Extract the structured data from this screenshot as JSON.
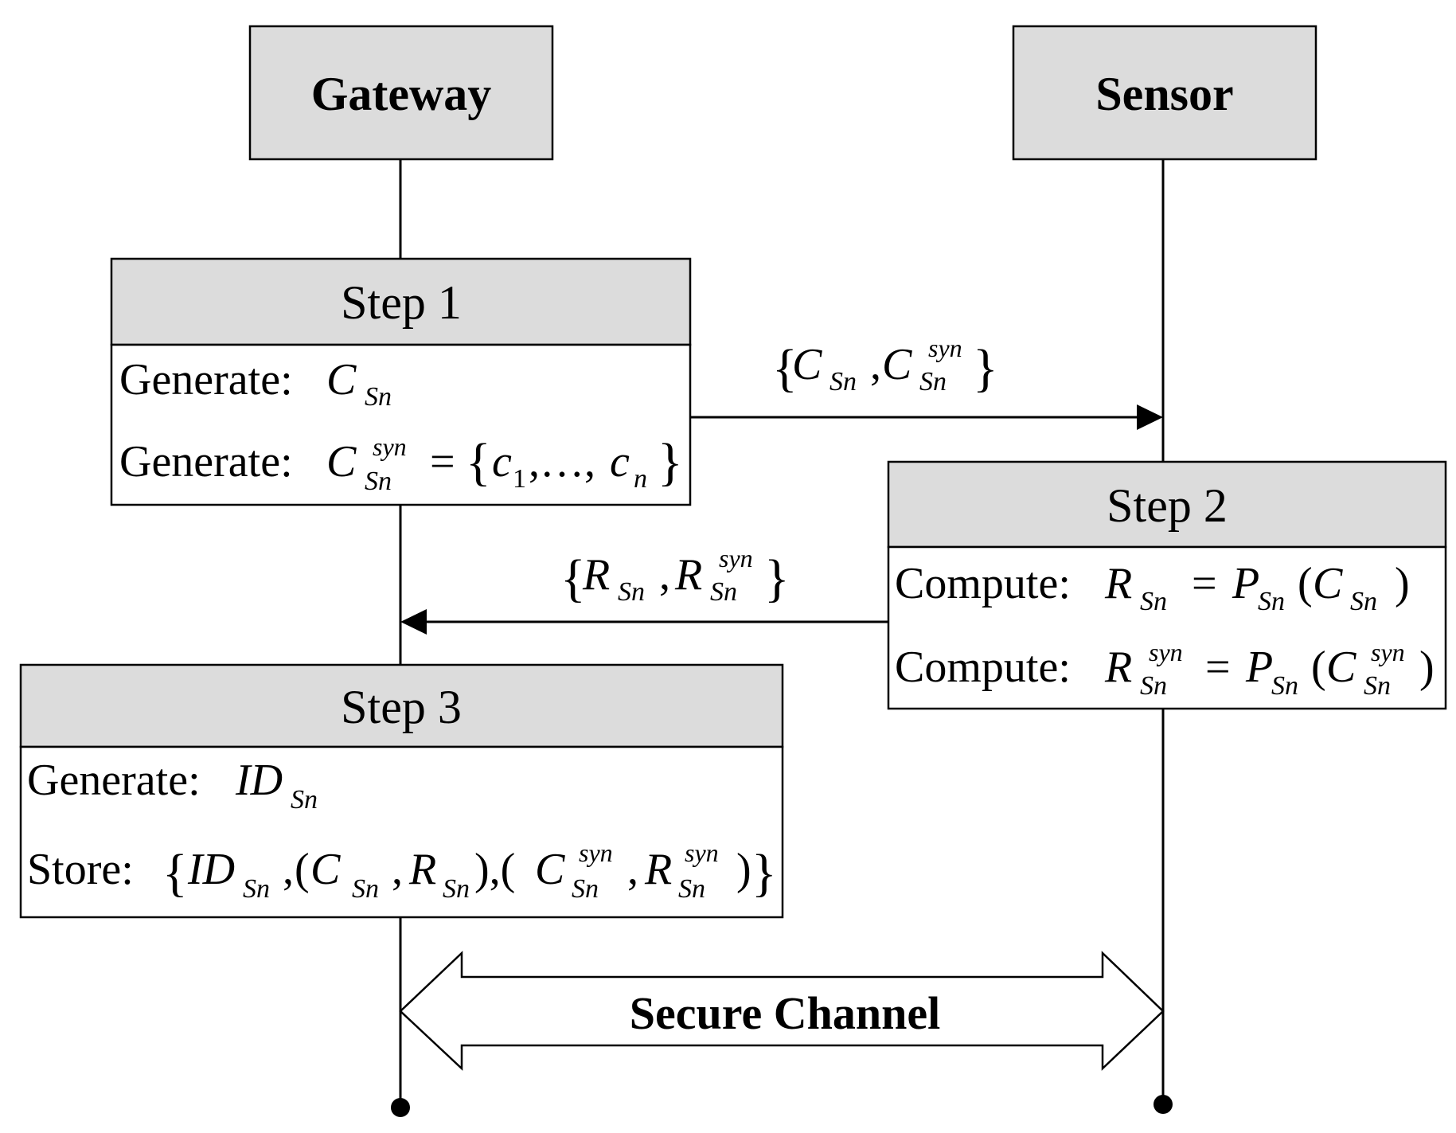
{
  "participants": {
    "gateway": "Gateway",
    "sensor": "Sensor"
  },
  "step1": {
    "title": "Step 1",
    "line1_label": "Generate:",
    "line2_label": "Generate:",
    "C": "C",
    "Sn": "Sn",
    "syn": "syn",
    "eq": "=",
    "c": "c",
    "one": "1",
    "dots": ",…,",
    "n": "n",
    "lbrace": "{",
    "rbrace": "}"
  },
  "message1": {
    "lbrace": "{",
    "C": "C",
    "Sn": "Sn",
    "comma": ",",
    "syn": "syn",
    "rbrace": "}"
  },
  "step2": {
    "title": "Step 2",
    "line1_label": "Compute:",
    "line2_label": "Compute:",
    "R": "R",
    "P": "P",
    "C": "C",
    "Sn": "Sn",
    "syn": "syn",
    "eq": "=",
    "lparen": "(",
    "rparen": ")"
  },
  "message2": {
    "lbrace": "{",
    "R": "R",
    "Sn": "Sn",
    "comma": ",",
    "syn": "syn",
    "rbrace": "}"
  },
  "step3": {
    "title": "Step 3",
    "line1_label": "Generate:",
    "line2_label": "Store:",
    "ID": "ID",
    "C": "C",
    "R": "R",
    "Sn": "Sn",
    "syn": "syn",
    "lbrace": "{",
    "rbrace": "}",
    "comma": ",",
    "open_pair": "(",
    "close_pair": ")",
    "mid": "),("
  },
  "channel": {
    "label": "Secure Channel"
  },
  "colors": {
    "header_fill": "#dcdcdc",
    "stroke": "#000000",
    "background": "#ffffff"
  }
}
